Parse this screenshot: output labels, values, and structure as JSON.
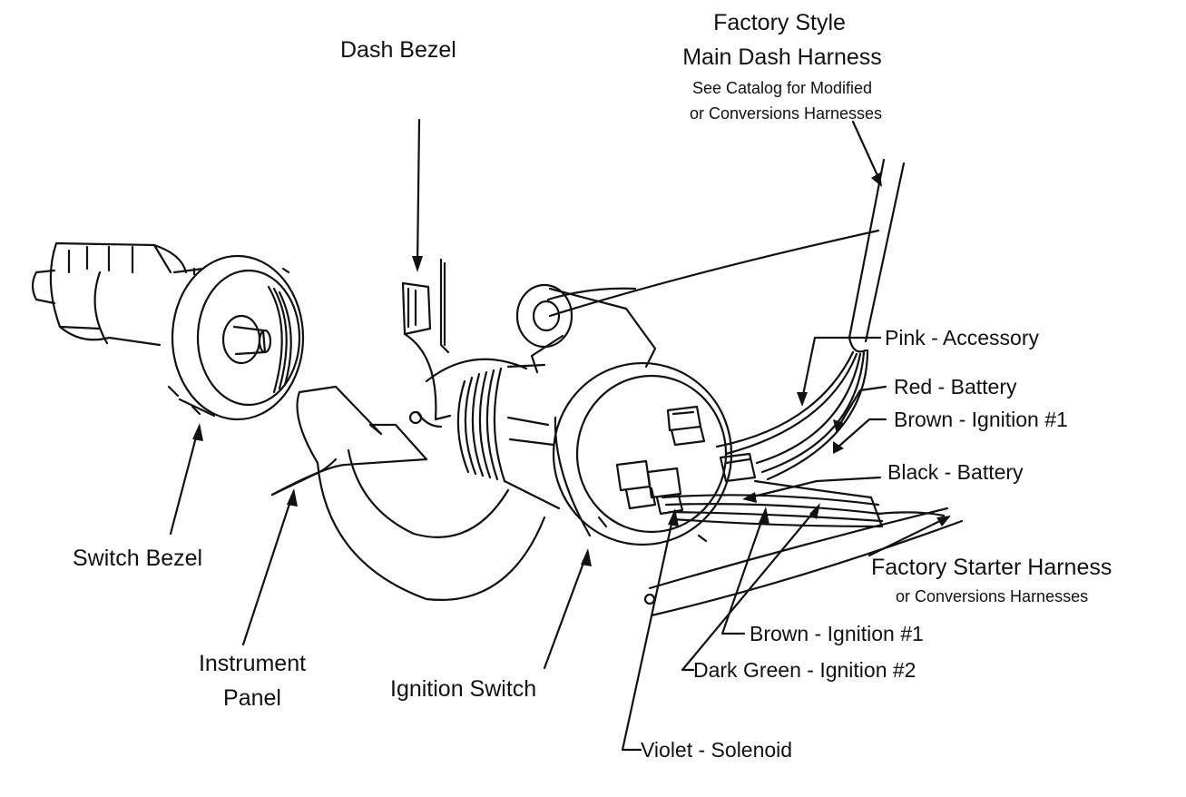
{
  "labels": {
    "dash_bezel": "Dash Bezel",
    "harness_title_1": "Factory Style",
    "harness_title_2": "Main Dash Harness",
    "harness_note_1": "See Catalog for Modified",
    "harness_note_2": "or Conversions Harnesses",
    "pink": "Pink - Accessory",
    "red": "Red - Battery",
    "brown_top": "Brown - Ignition #1",
    "black": "Black - Battery",
    "starter_1": "Factory Starter  Harness",
    "starter_2": "or Conversions Harnesses",
    "switch_bezel": "Switch Bezel",
    "instrument_1": "Instrument",
    "instrument_2": "Panel",
    "ignition_switch": "Ignition Switch",
    "brown_bottom": "Brown - Ignition #1",
    "dark_green": "Dark Green - Ignition #2",
    "violet": "Violet  - Solenoid"
  },
  "colors": {
    "ink": "#111111",
    "paper": "#ffffff"
  }
}
